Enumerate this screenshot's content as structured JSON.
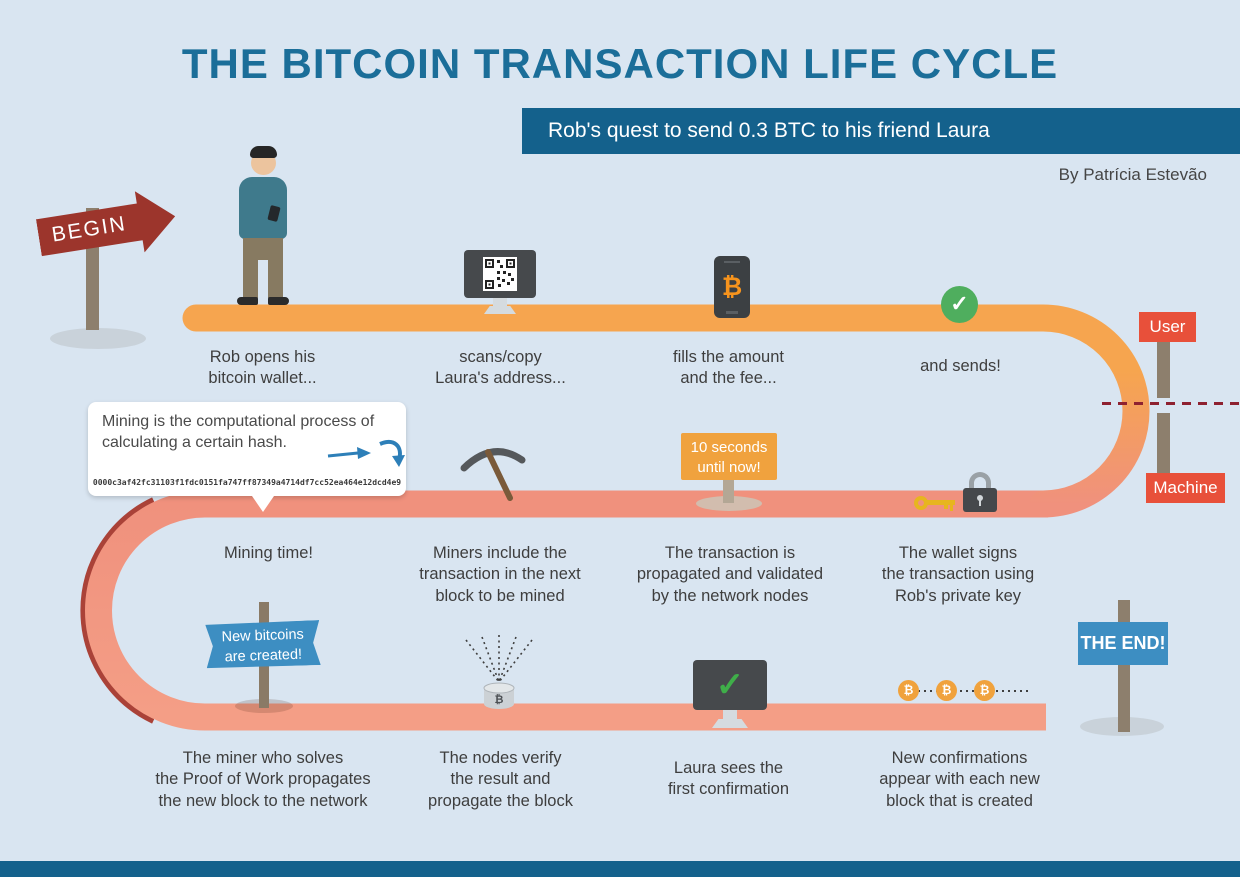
{
  "page": {
    "title": "THE BITCOIN TRANSACTION LIFE CYCLE",
    "subtitle": "Rob's quest to send 0.3 BTC to his friend Laura",
    "byline": "By Patrícia Estevão"
  },
  "signs": {
    "begin": "BEGIN",
    "user": "User",
    "machine": "Machine",
    "the_end": "THE END!",
    "ten_seconds": "10 seconds\nuntil now!",
    "new_bitcoins": "New bitcoins\nare created!"
  },
  "bubble": {
    "text": "Mining is the computational process of\ncalculating a certain hash.",
    "hash": "0000c3af42fc31103f1fdc0151fa747ff87349a4714df7cc52ea464e12dcd4e9"
  },
  "steps": {
    "row1": [
      "Rob opens his\nbitcoin wallet...",
      "scans/copy\nLaura's address...",
      "fills the amount\nand the fee...",
      "and sends!"
    ],
    "row2": [
      "Mining time!",
      "Miners include the\ntransaction in the next\nblock to be mined",
      "The transaction is\npropagated and validated\nby the network nodes",
      "The wallet signs\nthe transaction using\nRob's private key"
    ],
    "row3": [
      "The miner who solves\nthe Proof of Work propagates\nthe new block to the network",
      "The nodes verify\nthe result and\npropagate the block",
      "Laura sees the\nfirst confirmation",
      "New confirmations\nappear with each new\nblock that is created"
    ]
  },
  "glyphs": {
    "bitcoin": "₿",
    "check": "✓"
  },
  "colors": {
    "background": "#d9e5f1",
    "banner_teal": "#14618c",
    "title_teal": "#1b6e99",
    "path_orange": "#f6a54f",
    "path_salmon": "#f0917d",
    "path_salmon_light": "#f49e86",
    "path_rim_red": "#aa4238",
    "tag_red": "#e8503a",
    "begin_red": "#9c352c",
    "sign_blue": "#3d8ec2",
    "sign_orange": "#f0a23e",
    "bitcoin_orange": "#f0a23d",
    "check_green": "#4fae5e"
  }
}
